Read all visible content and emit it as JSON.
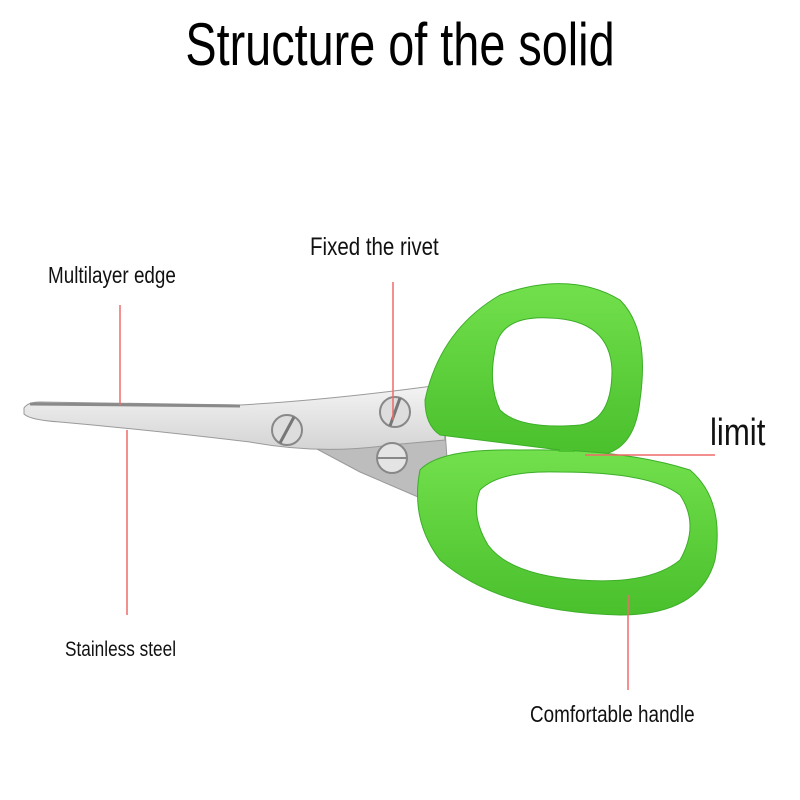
{
  "title": "Structure of the solid",
  "labels": {
    "multilayer_edge": "Multilayer edge",
    "fixed_rivet": "Fixed the rivet",
    "limit": "limit",
    "stainless_steel": "Stainless steel",
    "comfortable_handle": "Comfortable handle"
  },
  "colors": {
    "handle": "#5cd43a",
    "handle_edge": "#3cae28",
    "blade": "#e6e6e6",
    "leader_line": "#f06a6a"
  }
}
